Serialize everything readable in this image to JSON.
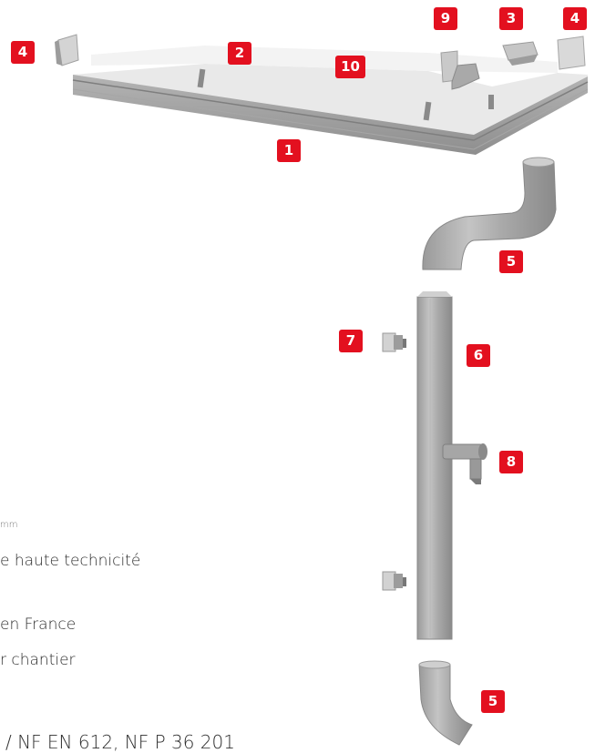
{
  "badges": {
    "b1": "1",
    "b2": "2",
    "b3": "3",
    "b4_left": "4",
    "b4_right": "4",
    "b5_top": "5",
    "b5_bottom": "5",
    "b6": "6",
    "b7": "7",
    "b8": "8",
    "b9": "9",
    "b10": "10"
  },
  "side_text": {
    "unit": "mm",
    "line1": "e haute technicité",
    "line2": "en France",
    "line3": "r chantier",
    "line4": "/ NF EN 612, NF P 36 201"
  },
  "colors": {
    "badge": "#e3101f",
    "metal_light": "#e6e6e6",
    "metal_mid": "#bdbdbd",
    "metal_dark": "#8c8c8c"
  }
}
